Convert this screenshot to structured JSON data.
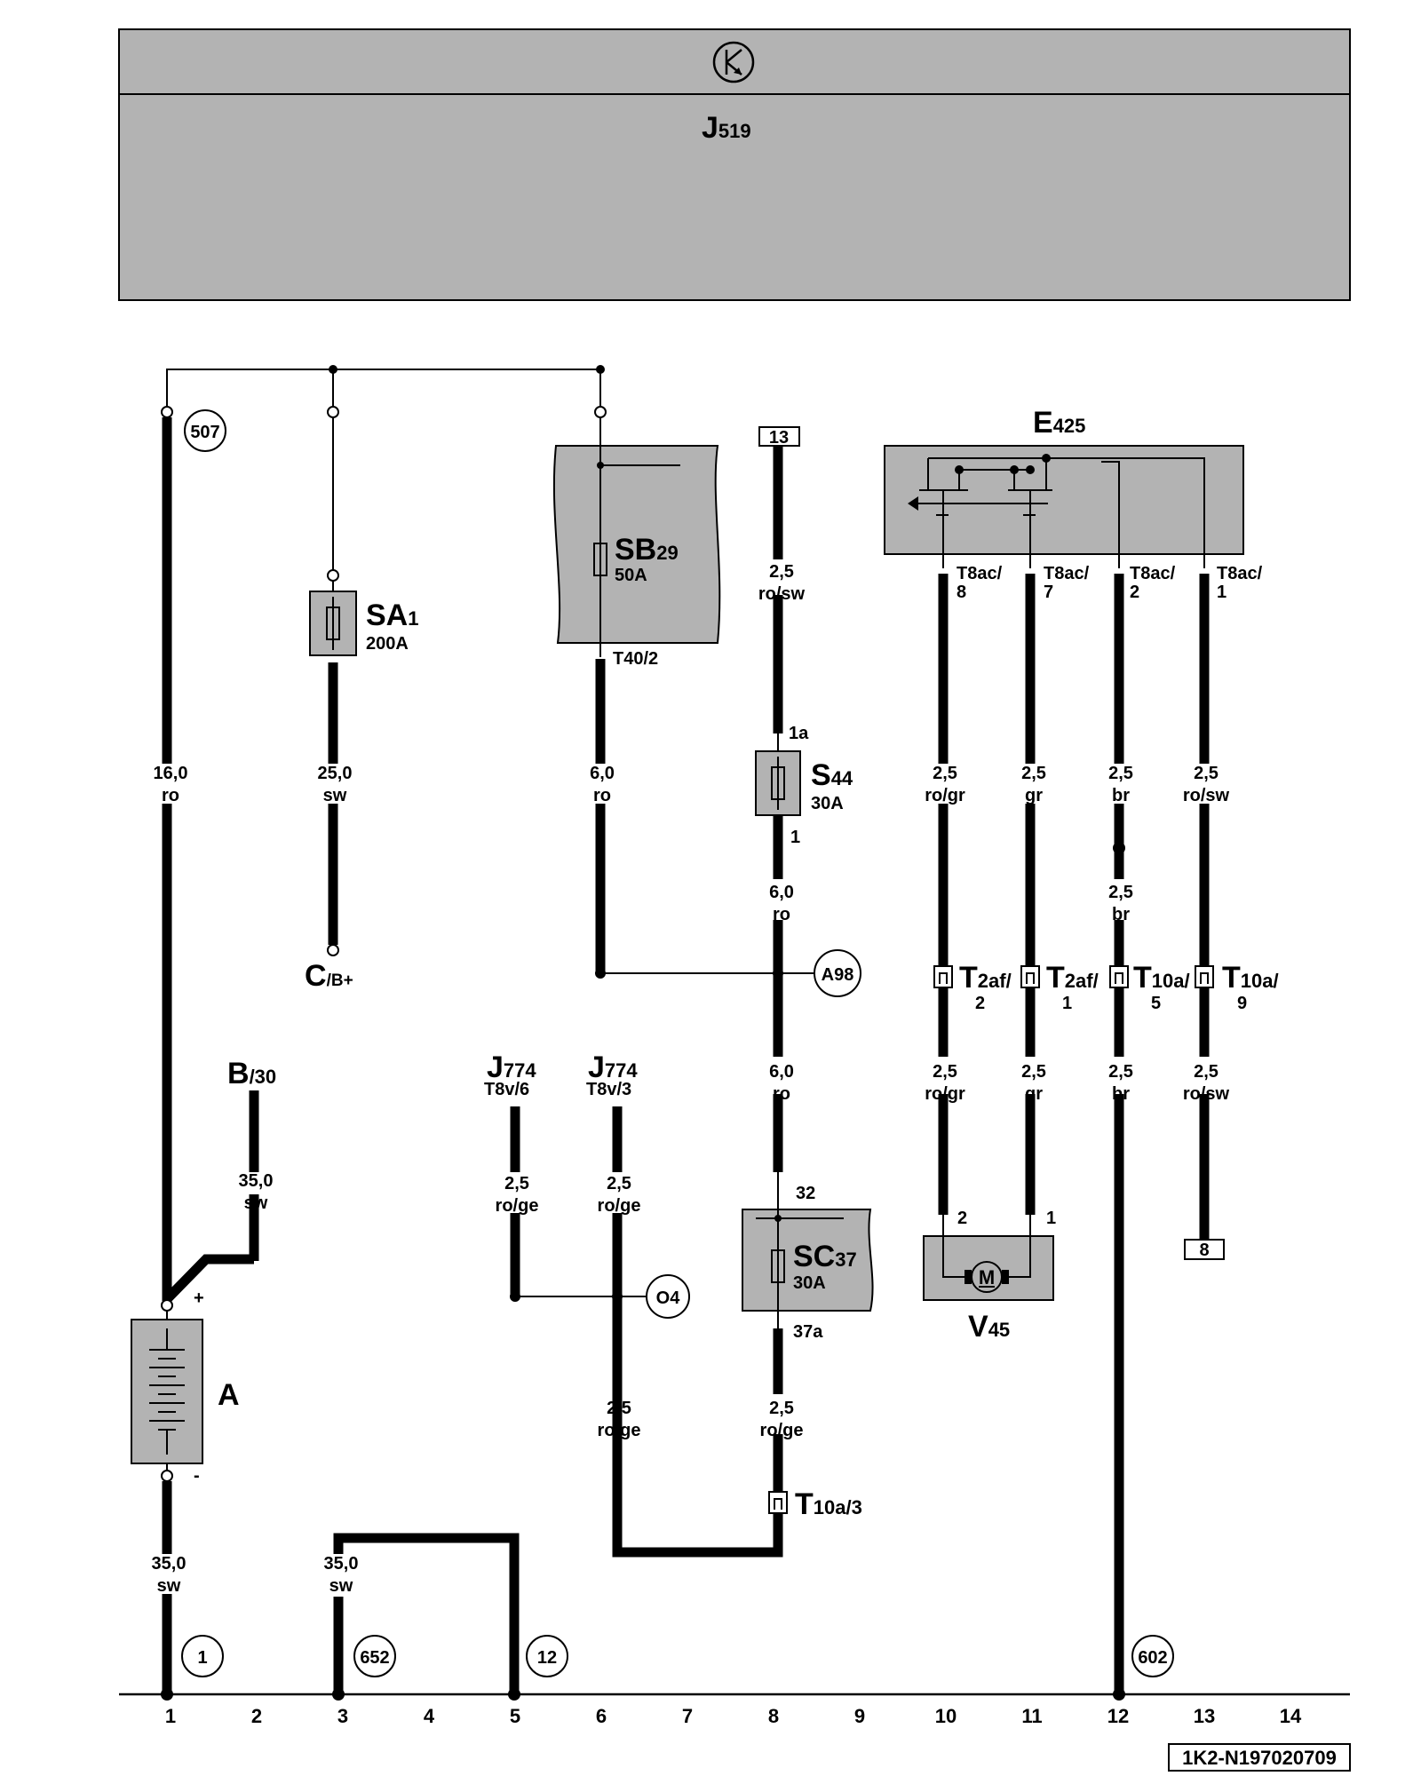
{
  "header": {
    "module": "J",
    "module_sub": "519"
  },
  "components": {
    "E425": {
      "main": "E",
      "sub": "425"
    },
    "SB29": {
      "main": "SB",
      "sub": "29",
      "rating": "50A"
    },
    "SA1": {
      "main": "SA",
      "sub": "1",
      "rating": "200A"
    },
    "S44": {
      "main": "S",
      "sub": "44",
      "rating": "30A"
    },
    "SC37": {
      "main": "SC",
      "sub": "37",
      "rating": "30A"
    },
    "V45": {
      "main": "V",
      "sub": "45",
      "motor": "M"
    },
    "A": {
      "main": "A",
      "plus": "+",
      "minus": "-"
    },
    "B30": {
      "main": "B",
      "sub": "/30"
    },
    "CB": {
      "main": "C",
      "sub": "/B+"
    },
    "J774a": {
      "main": "J",
      "sub": "774",
      "pin": "T8v/6"
    },
    "J774b": {
      "main": "J",
      "sub": "774",
      "pin": "T8v/3"
    }
  },
  "wires": {
    "w1": {
      "size": "16,0",
      "color": "ro"
    },
    "w3": {
      "size": "25,0",
      "color": "sw"
    },
    "w6": {
      "size": "6,0",
      "color": "ro"
    },
    "w8a": {
      "size": "2,5",
      "color": "ro/sw"
    },
    "w8b": {
      "size": "6,0",
      "color": "ro"
    },
    "w8c": {
      "size": "6,0",
      "color": "ro"
    },
    "w8d": {
      "size": "2,5",
      "color": "ro/ge"
    },
    "wB": {
      "size": "35,0",
      "color": "sw"
    },
    "wJa": {
      "size": "2,5",
      "color": "ro/ge"
    },
    "wJb": {
      "size": "2,5",
      "color": "ro/ge"
    },
    "wJc": {
      "size": "2,5",
      "color": "ro/ge"
    },
    "wBat": {
      "size": "35,0",
      "color": "sw"
    },
    "w652": {
      "size": "35,0",
      "color": "sw"
    },
    "w10a": {
      "size": "2,5",
      "color": "ro/gr"
    },
    "w11a": {
      "size": "2,5",
      "color": "gr"
    },
    "w12a": {
      "size": "2,5",
      "color": "br"
    },
    "w12b": {
      "size": "2,5",
      "color": "br"
    },
    "w13a": {
      "size": "2,5",
      "color": "ro/sw"
    },
    "w10b": {
      "size": "2,5",
      "color": "ro/gr"
    },
    "w11b": {
      "size": "2,5",
      "color": "gr"
    },
    "w12c": {
      "size": "2,5",
      "color": "br"
    },
    "w13b": {
      "size": "2,5",
      "color": "ro/sw"
    }
  },
  "pins": {
    "t40": "T40/2",
    "p1a": "1a",
    "p1": "1",
    "p32": "32",
    "p37a": "37a",
    "t10a3": {
      "main": "T",
      "sub": "10a/3"
    },
    "e8": {
      "l1": "T8ac/",
      "l2": "8"
    },
    "e7": {
      "l1": "T8ac/",
      "l2": "7"
    },
    "e2": {
      "l1": "T8ac/",
      "l2": "2"
    },
    "e1": {
      "l1": "T8ac/",
      "l2": "1"
    },
    "c1": {
      "main": "T",
      "sub": "2af/",
      "num": "2"
    },
    "c2": {
      "main": "T",
      "sub": "2af/",
      "num": "1"
    },
    "c3": {
      "main": "T",
      "sub": "10a/",
      "num": "5"
    },
    "c4": {
      "main": "T",
      "sub": "10a/",
      "num": "9"
    },
    "v2": "2",
    "v1": "1"
  },
  "refs": {
    "r507": "507",
    "rA98": "A98",
    "rO4": "O4",
    "r1": "1",
    "r652": "652",
    "r12": "12",
    "r602": "602",
    "box13": "13",
    "box8": "8"
  },
  "ruler": [
    "1",
    "2",
    "3",
    "4",
    "5",
    "6",
    "7",
    "8",
    "9",
    "10",
    "11",
    "12",
    "13",
    "14"
  ],
  "diagram_id": "1K2-N197020709"
}
